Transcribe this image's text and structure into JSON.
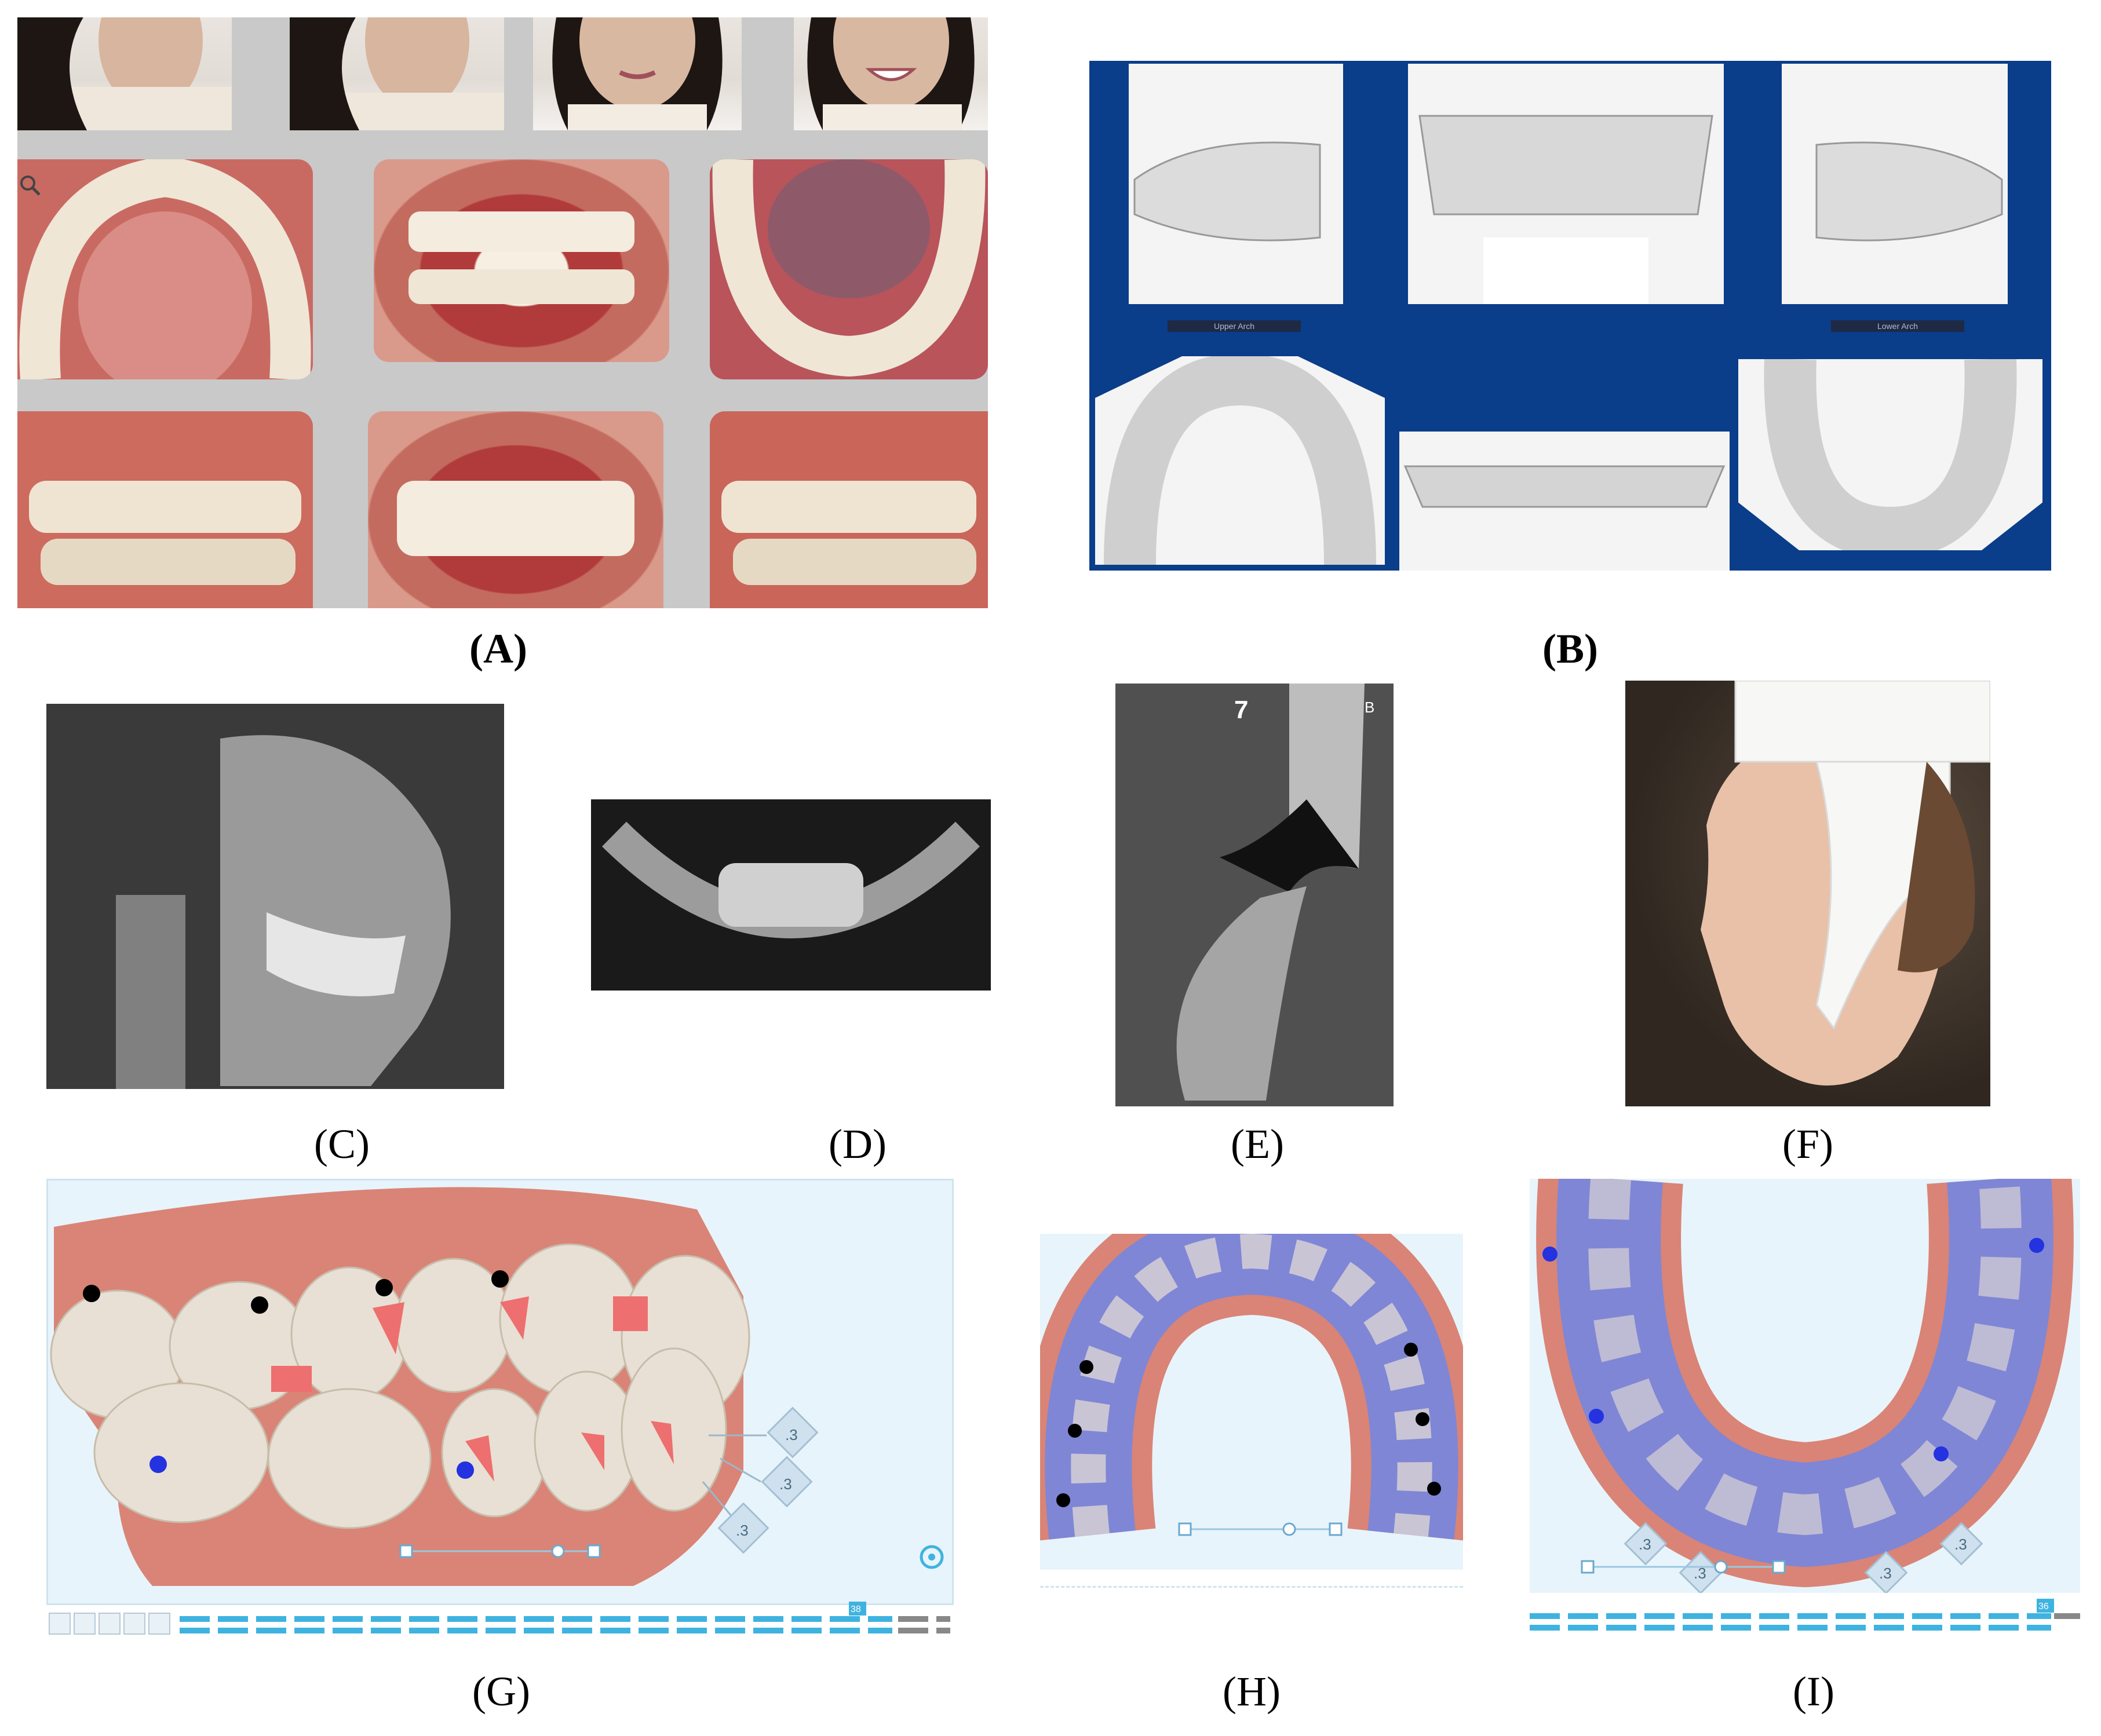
{
  "panels": {
    "A": {
      "label": "(A)"
    },
    "B": {
      "label": "(B)",
      "upper_arch_label": "Upper Arch",
      "lower_arch_label": "Lower Arch"
    },
    "C": {
      "label": "(C)"
    },
    "D": {
      "label": "(D)"
    },
    "E": {
      "label": "(E)",
      "corner_number": "7",
      "corner_letter": "B"
    },
    "F": {
      "label": "(F)"
    },
    "G": {
      "label": "(G)",
      "tags": [
        ".3",
        ".3",
        ".3"
      ],
      "stage_marker": "38"
    },
    "H": {
      "label": "(H)"
    },
    "I": {
      "label": "(I)",
      "tags": [
        ".3",
        ".3",
        ".3",
        ".3"
      ],
      "stage_marker": "36"
    }
  },
  "colors": {
    "blue_bg": "#0a3d8a",
    "gum_pink": "#d98476",
    "tooth_white": "#e8e0d4",
    "aligner_blue": "#6f86e6",
    "attachment_red": "#ee6f6f",
    "ui_panel": "#e8f4fb",
    "timeline_blue": "#3fb3e0"
  },
  "icons": [
    "magnifier-icon",
    "recenter-icon",
    "play-controls-icon"
  ]
}
